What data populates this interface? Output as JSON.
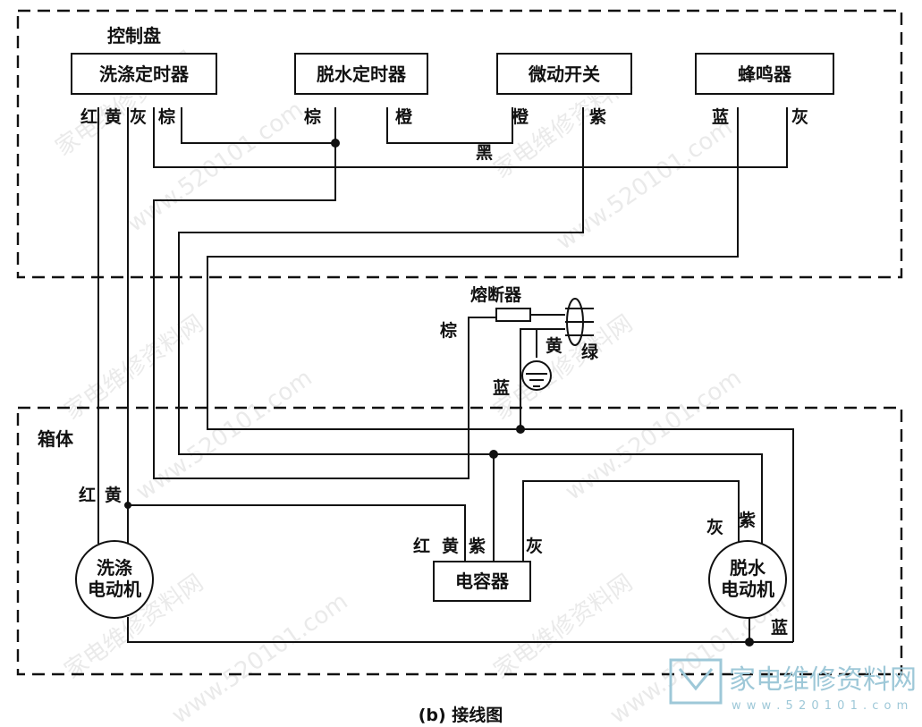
{
  "regions": {
    "control_panel": "控制盘",
    "cabinet": "箱体"
  },
  "components": {
    "wash_timer": "洗涤定时器",
    "spin_timer": "脱水定时器",
    "micro_switch": "微动开关",
    "buzzer": "蜂鸣器",
    "fuse": "熔断器",
    "capacitor": "电容器",
    "wash_motor_line1": "洗涤",
    "wash_motor_line2": "电动机",
    "spin_motor_line1": "脱水",
    "spin_motor_line2": "电动机"
  },
  "wire_labels": {
    "red": "红",
    "yellow": "黄",
    "gray": "灰",
    "brown": "棕",
    "orange": "橙",
    "purple": "紫",
    "blue": "蓝",
    "black": "黑",
    "green": "绿"
  },
  "caption": "(b) 接线图",
  "watermarks": {
    "text1": "家电维修资料网",
    "text2": "www.520101.com",
    "logo_text": "家电维修资料网",
    "logo_url": "w w w . 5 2 0 1 0 1 . c o m"
  }
}
